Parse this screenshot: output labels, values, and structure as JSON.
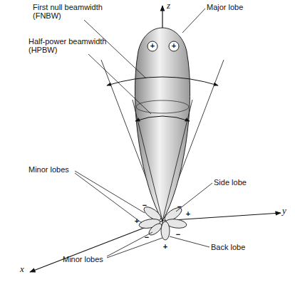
{
  "diagram": {
    "labels": [
      "z",
      "First null beamwidth (FNBW)",
      "Major lobe",
      "Half-power beamwidth (HPBW)",
      "+",
      "+",
      "Minor lobes",
      "Side lobe",
      "−",
      "+",
      "−",
      "+",
      "−",
      "+",
      "−",
      "Back lobe",
      "Minor lobes",
      "x",
      "y"
    ]
  }
}
